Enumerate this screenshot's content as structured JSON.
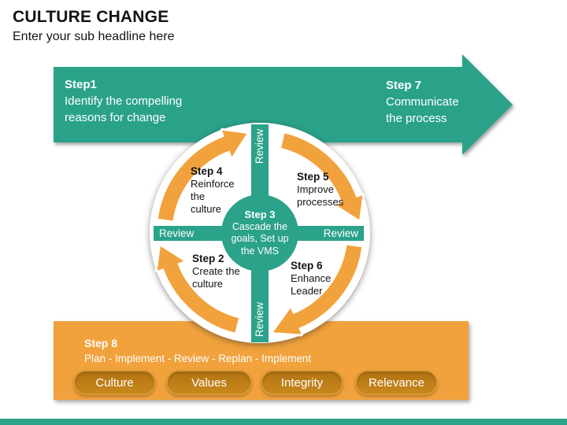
{
  "header": {
    "title": "CULTURE CHANGE",
    "subtitle": "Enter your sub headline here"
  },
  "top_arrow": {
    "step1": {
      "label": "Step1",
      "line1": "Identify the compelling",
      "line2": "reasons for change"
    },
    "step7": {
      "label": "Step 7",
      "line1": "Communicate",
      "line2": "the process"
    }
  },
  "cycle": {
    "center": {
      "label": "Step 3",
      "line1": "Cascade the",
      "line2": "goals, Set up",
      "line3": "the VMS"
    },
    "review": {
      "top": "Review",
      "right": "Review",
      "bottom": "Review",
      "left": "Review"
    },
    "step4": {
      "label": "Step 4",
      "line1": "Reinforce",
      "line2": "the",
      "line3": "culture"
    },
    "step5": {
      "label": "Step 5",
      "line1": "Improve",
      "line2": "processes"
    },
    "step2": {
      "label": "Step 2",
      "line1": "Create the",
      "line2": "culture"
    },
    "step6": {
      "label": "Step 6",
      "line1": "Enhance",
      "line2": "Leader"
    }
  },
  "bottom_bar": {
    "label": "Step 8",
    "line": "Plan - Implement - Review - Replan - Implement",
    "pills": [
      "Culture",
      "Values",
      "Integrity",
      "Relevance"
    ]
  },
  "colors": {
    "teal": "#2BA28A",
    "orange": "#F1A23C",
    "pill_fill": "#BD7B16",
    "pill_border": "#D79B31",
    "text_dark": "#141414"
  }
}
